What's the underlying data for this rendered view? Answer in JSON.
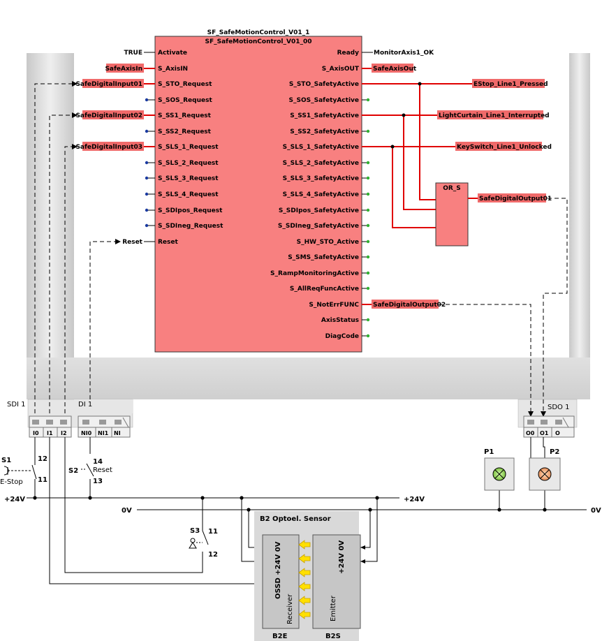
{
  "function_block": {
    "instance_name": "SF_SafeMotionControl_V01_1",
    "type_name": "SF_SafeMotionControl_V01_00",
    "inputs": [
      "Activate",
      "S_AxisIN",
      "S_STO_Request",
      "S_SOS_Request",
      "S_SS1_Request",
      "S_SS2_Request",
      "S_SLS_1_Request",
      "S_SLS_2_Request",
      "S_SLS_3_Request",
      "S_SLS_4_Request",
      "S_SDIpos_Request",
      "S_SDIneg_Request",
      "Reset"
    ],
    "outputs": [
      "Ready",
      "S_AxisOUT",
      "S_STO_SafetyActive",
      "S_SOS_SafetyActive",
      "S_SS1_SafetyActive",
      "S_SS2_SafetyActive",
      "S_SLS_1_SafetyActive",
      "S_SLS_2_SafetyActive",
      "S_SLS_3_SafetyActive",
      "S_SLS_4_SafetyActive",
      "S_SDIpos_SafetyActive",
      "S_SDIneg_SafetyActive",
      "S_HW_STO_Active",
      "S_SMS_SafetyActive",
      "S_RampMonitoringActive",
      "S_AllReqFuncActive",
      "S_NotErrFUNC",
      "AxisStatus",
      "DiagCode"
    ]
  },
  "input_tags": {
    "activate": "TRUE",
    "axis_in": "SafeAxisIn",
    "sto": "SafeDigitalInput01",
    "ss1": "SafeDigitalInput02",
    "sls1": "SafeDigitalInput03",
    "reset": "Reset"
  },
  "output_tags": {
    "ready": "MonitorAxis1_OK",
    "axis_out": "SafeAxisOut",
    "sto": "EStop_Line1_Pressed",
    "ss1": "LightCurtain_Line1_Interrupted",
    "sls1": "KeySwitch_Line1_Unlocked",
    "noterr": "SafeDigitalOutput02"
  },
  "or_block": {
    "name": "OR_S",
    "output": "SafeDigitalOutput01"
  },
  "hardware": {
    "sdi_label": "SDI 1",
    "sdi_terminals": [
      "I0",
      "I1",
      "I2"
    ],
    "di_label": "DI 1",
    "di_terminals": [
      "NI0",
      "NI1",
      "NI"
    ],
    "sdo_label": "SDO 1",
    "sdo_terminals": [
      "O0",
      "O1",
      "O"
    ],
    "s1": {
      "name": "S1",
      "desc": "E-Stop",
      "t1": "12",
      "t2": "11"
    },
    "s2": {
      "name": "S2",
      "desc": "Reset",
      "t1": "14",
      "t2": "13"
    },
    "s3": {
      "name": "S3",
      "t1": "11",
      "t2": "12"
    },
    "p1": "P1",
    "p2": "P2",
    "v24_left": "+24V",
    "v24_mid": "+24V",
    "v0_left": "0V",
    "v0_right": "0V",
    "sensor_title": "B2   Optoel. Sensor",
    "receiver": {
      "label": "Receiver",
      "pins": "OSSD  +24V  0V",
      "id": "B2E"
    },
    "emitter": {
      "label": "Emitter",
      "pins": "+24V  0V",
      "id": "B2S"
    }
  },
  "colors": {
    "block_fill": "#f88080",
    "signal_red": "#e00000",
    "tag_fill": "#f06a6a",
    "frame_gray": "#e4e4e4"
  }
}
